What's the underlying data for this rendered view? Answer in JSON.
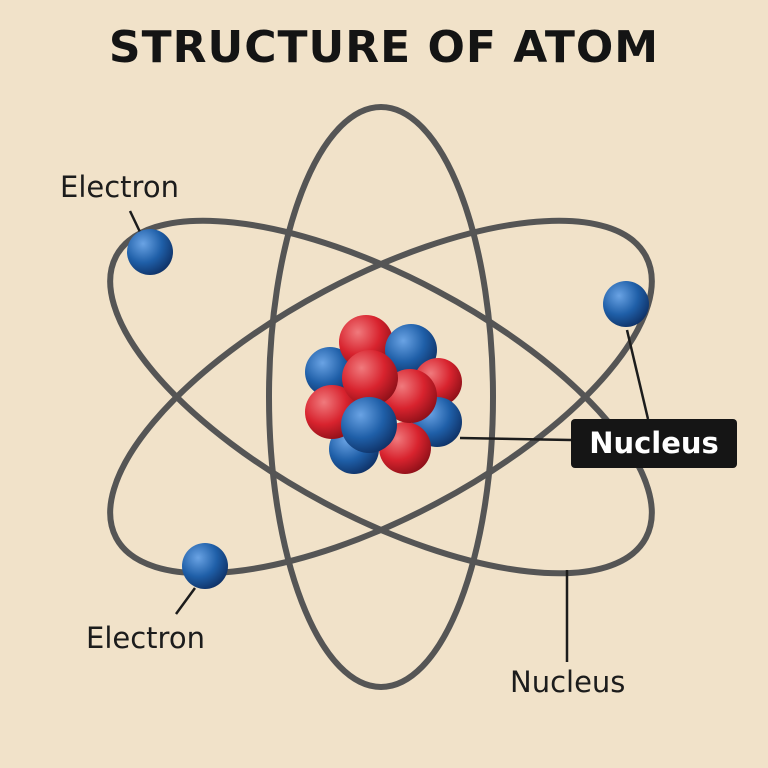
{
  "title": "STRUCTURE OF ATOM",
  "labels": {
    "electron_top_left": "Electron",
    "electron_bottom_left": "Electron",
    "nucleus_box": "Nucleus",
    "nucleus_bottom": "Nucleus"
  },
  "colors": {
    "background": "#f1e2c9",
    "orbit": "#555555",
    "electron": "#1f5fa8",
    "proton": "#d8232e",
    "neutron": "#1f5fa8",
    "label_box": "#151515"
  }
}
